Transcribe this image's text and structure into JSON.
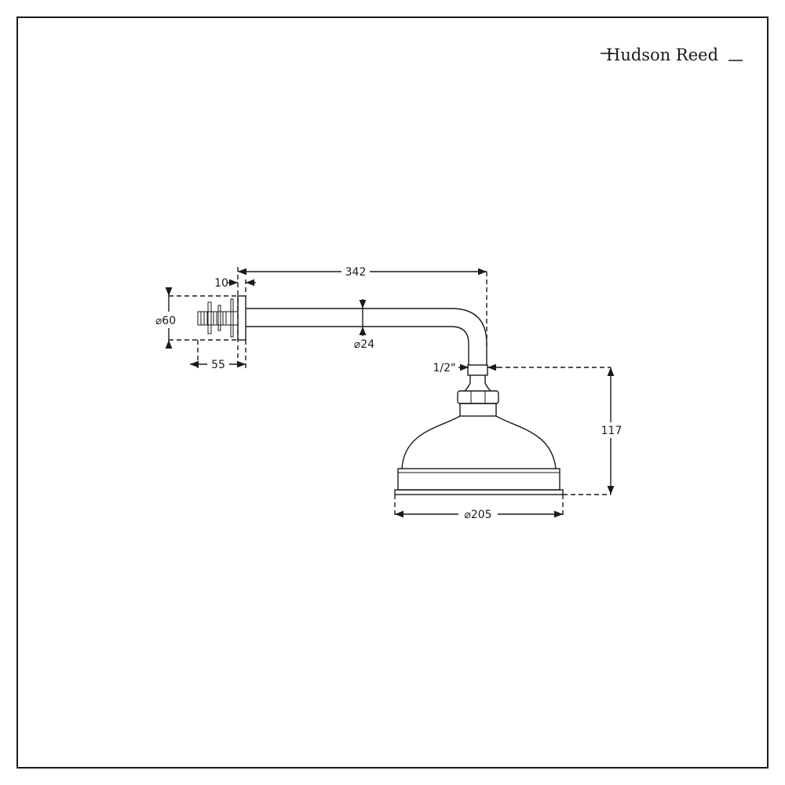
{
  "brand": {
    "logo_text": "Hudson Reed"
  },
  "dimensions": {
    "arm_length": "342",
    "flange_thickness": "10",
    "flange_diameter": "⌀60",
    "wall_depth": "55",
    "arm_diameter": "⌀24",
    "thread_size": "1/2\"",
    "head_height": "117",
    "head_diameter": "⌀205"
  }
}
